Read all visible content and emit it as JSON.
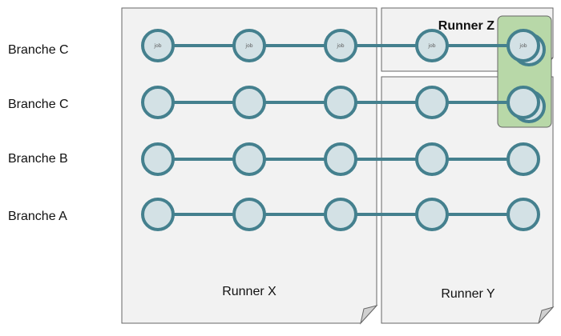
{
  "colors": {
    "node_fill": "#d3e1e5",
    "node_stroke": "#44808e",
    "edge": "#44808e",
    "runner_fill": "#f2f2f2",
    "runner_stroke": "#666666",
    "highlight_fill": "#b8d8a8",
    "highlight_stroke": "#666666"
  },
  "branches": [
    {
      "label": "Branche C"
    },
    {
      "label": "Branche C"
    },
    {
      "label": "Branche B"
    },
    {
      "label": "Branche A"
    }
  ],
  "runners": {
    "x": {
      "label": "Runner X"
    },
    "y": {
      "label": "Runner Y"
    },
    "z": {
      "label": "Runner Z"
    }
  },
  "node_label": "job"
}
